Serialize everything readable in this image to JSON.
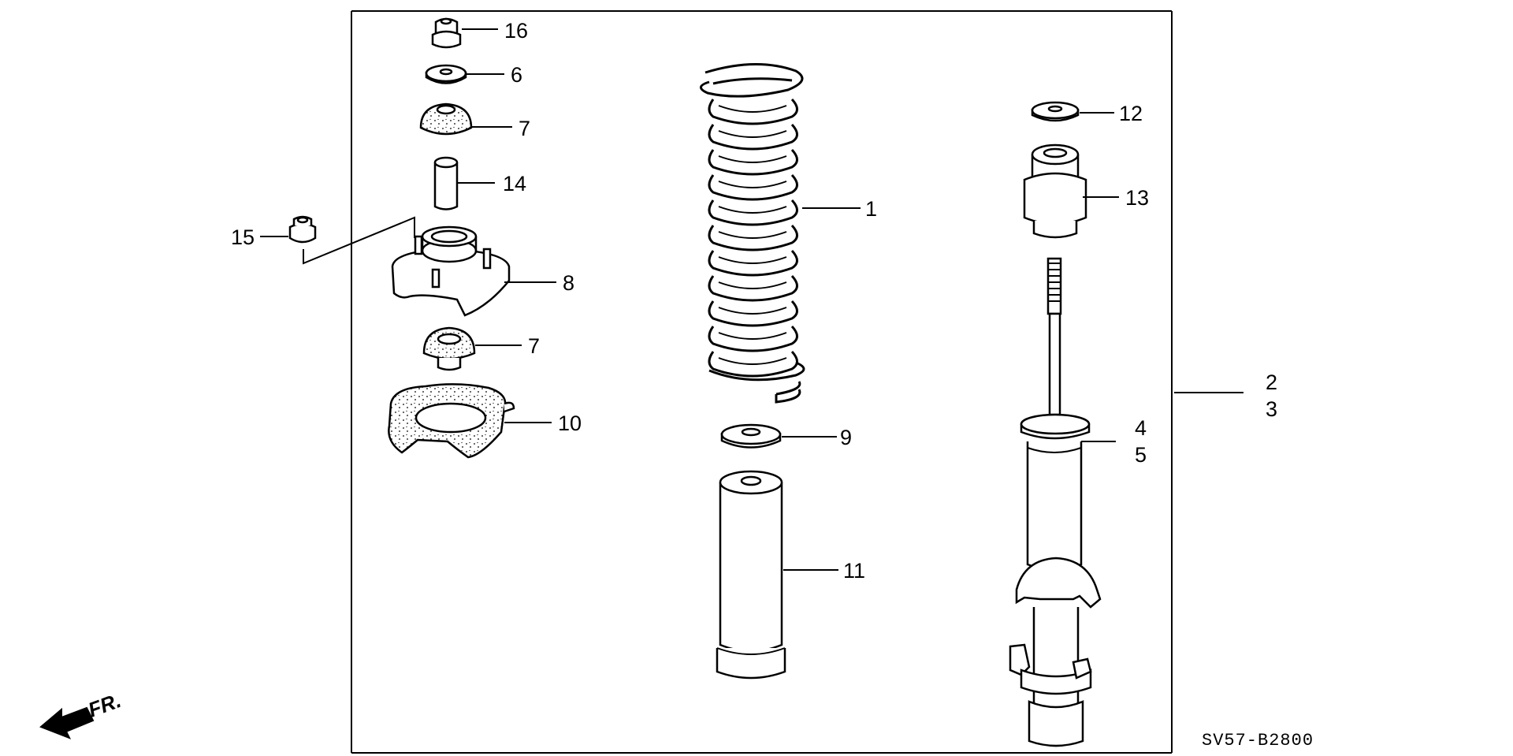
{
  "diagram": {
    "callouts": [
      "16",
      "6",
      "7",
      "14",
      "15",
      "8",
      "7",
      "10",
      "1",
      "9",
      "11",
      "12",
      "13",
      "2",
      "3",
      "4",
      "5"
    ],
    "diagram_code": "SV57-B2800",
    "direction_label": "FR."
  }
}
